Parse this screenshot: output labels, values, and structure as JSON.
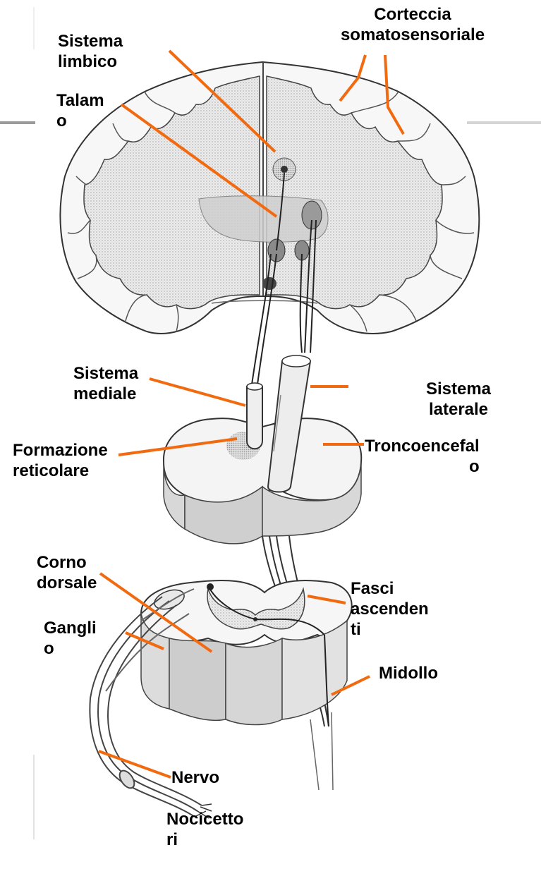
{
  "labels": {
    "sistema_limbico": "Sistema\nlimbico",
    "talamo": "Talam\no",
    "corteccia": "Corteccia\nsomatosensoriale",
    "sistema_mediale": "Sistema\nmediale",
    "sistema_laterale": "Sistema\nlaterale",
    "formazione_reticolare": "Formazione\nreticolare",
    "troncoencefalo": "Troncoencefal\no",
    "corno_dorsale": "Corno\ndorsale",
    "fasci_ascendenti": "Fasci\nascenden\nti",
    "ganglio": "Gangli\no",
    "midollo": "Midollo",
    "nervo": "Nervo",
    "nocicettori": "Nocicetto\nri"
  },
  "colors": {
    "leader_line": "#f26a10",
    "brain_fill": "#e6e6e6",
    "outline": "#2a2a2a"
  }
}
